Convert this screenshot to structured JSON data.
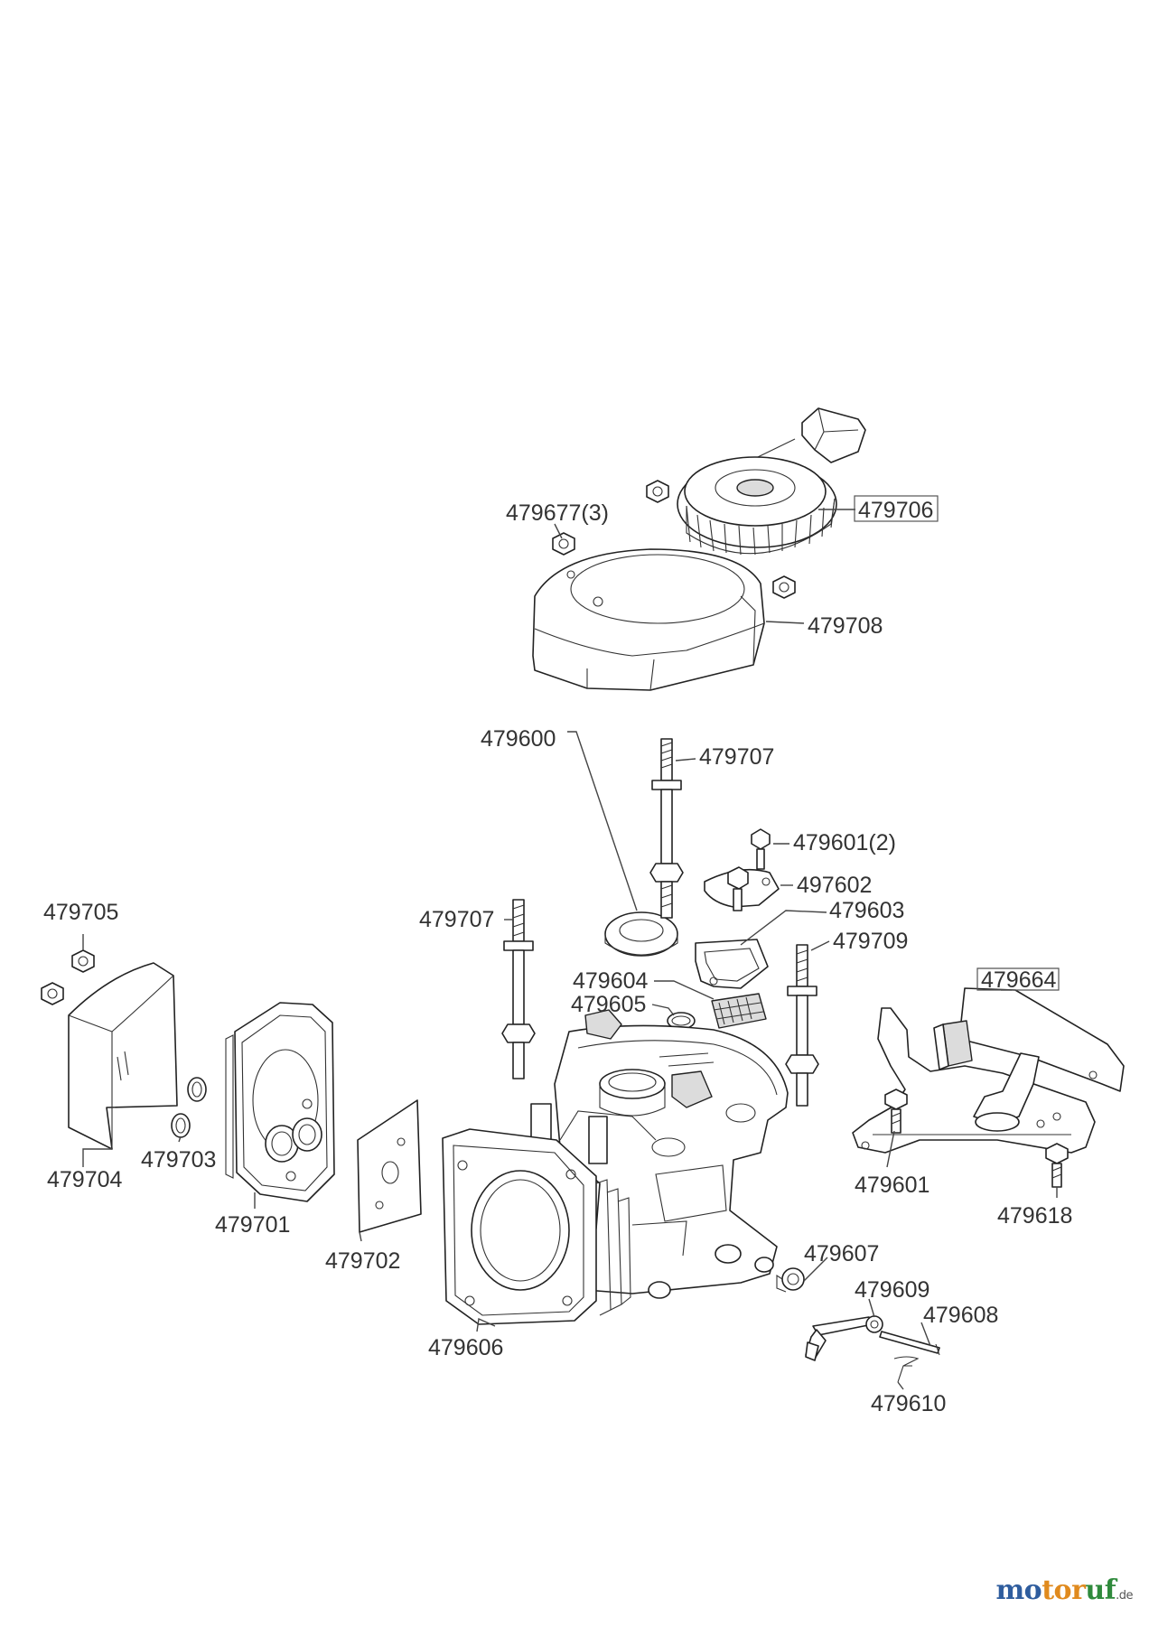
{
  "labels": {
    "p479677": "479677(3)",
    "p479706": "479706",
    "p479708": "479708",
    "p479600": "479600",
    "p479707_top": "479707",
    "p479601_2": "479601(2)",
    "p497602": "497602",
    "p479603": "479603",
    "p479709": "479709",
    "p479707_left": "479707",
    "p479705": "479705",
    "p479604": "479604",
    "p479605": "479605",
    "p479664": "479664",
    "p479704": "479704",
    "p479703": "479703",
    "p479701": "479701",
    "p479702": "479702",
    "p479601": "479601",
    "p479618": "479618",
    "p479607": "479607",
    "p479609": "479609",
    "p479608": "479608",
    "p479606": "479606",
    "p479610": "479610"
  },
  "watermark": {
    "part1": "mo",
    "part2": "tor",
    "part3": "uf",
    "suffix": ".de"
  }
}
